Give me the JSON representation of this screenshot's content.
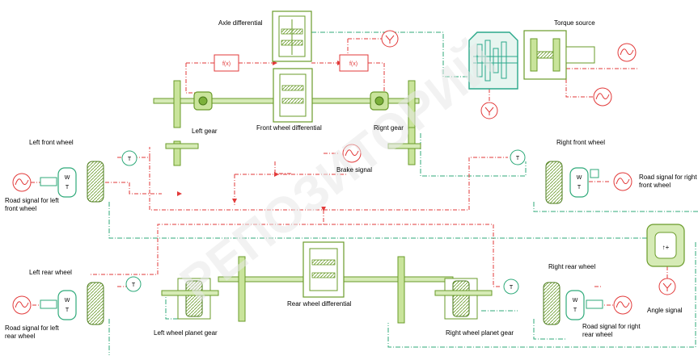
{
  "labels": {
    "axle_differential": "Axle differential",
    "torque_source": "Torque source",
    "left_gear": "Left gear",
    "front_wheel_differential": "Front wheel differential",
    "right_gear": "Rignt gear",
    "left_front_wheel": "Left front wheel",
    "right_front_wheel": "Right front wheel",
    "brake_signal": "Brake signal",
    "road_signal_left_front": "Road signal for left front wheel",
    "road_signal_right_front": "Road signal for right front wheel",
    "left_rear_wheel": "Left rear wheel",
    "right_rear_wheel": "Right rear wheel",
    "rear_wheel_differential": "Rear wheel differential",
    "road_signal_left_rear": "Road signal for left rear wheel",
    "road_signal_right_rear": "Road signal for right rear wheel",
    "left_wheel_planet_gear": "Left wheel planet gear",
    "right_wheel_planet_gear": "Right wheel planet gear",
    "angle_signal": "Angle signal"
  },
  "block_symbols": {
    "wheel": "W",
    "torque_sensor": "T",
    "fx": "f(x)"
  },
  "watermark": "РЕПОЗИТОРИЙ",
  "colors": {
    "mechanical": "#7bb03a",
    "mechanical_fill": "#c9e49b",
    "signal": "#e23a3a",
    "connection": "#2faa7a",
    "torque_source": "#2aa88a"
  }
}
